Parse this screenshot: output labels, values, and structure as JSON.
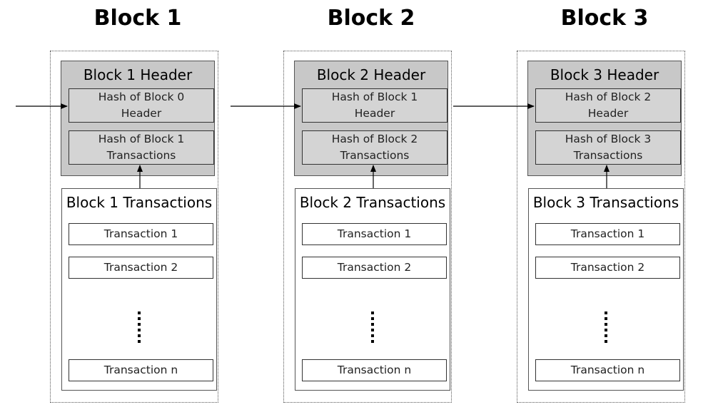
{
  "blocks": [
    {
      "title": "Block 1",
      "header_title": "Block 1 Header",
      "prev_hash": "Hash of Block 0\nHeader",
      "tx_hash": "Hash of Block 1\nTransactions",
      "tx_title": "Block 1 Transactions",
      "transactions": [
        "Transaction 1",
        "Transaction 2",
        "Transaction n"
      ]
    },
    {
      "title": "Block 2",
      "header_title": "Block 2 Header",
      "prev_hash": "Hash of Block 1\nHeader",
      "tx_hash": "Hash of Block 2\nTransactions",
      "tx_title": "Block 2 Transactions",
      "transactions": [
        "Transaction 1",
        "Transaction 2",
        "Transaction n"
      ]
    },
    {
      "title": "Block 3",
      "header_title": "Block 3 Header",
      "prev_hash": "Hash of Block 2\nHeader",
      "tx_hash": "Hash of Block 3\nTransactions",
      "tx_title": "Block 3 Transactions",
      "transactions": [
        "Transaction 1",
        "Transaction 2",
        "Transaction n"
      ]
    }
  ],
  "colors": {
    "header_fill": "#c8c8c8",
    "hash_fill": "#d4d4d4",
    "line": "#000000"
  }
}
